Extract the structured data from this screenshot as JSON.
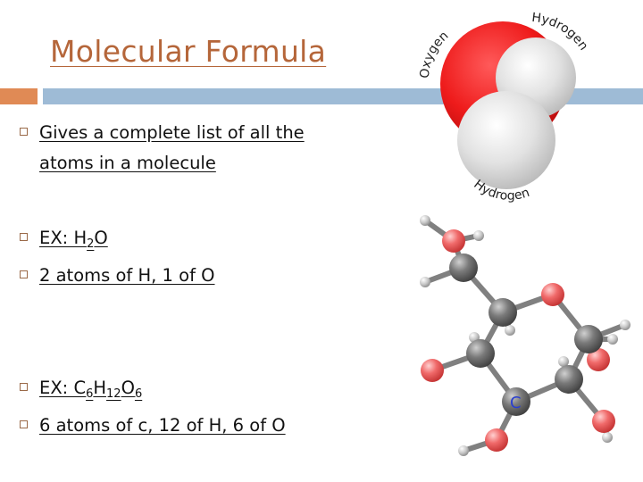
{
  "slide": {
    "title": "Molecular Formula"
  },
  "bullets": [
    {
      "line1": "Gives a complete list of all the",
      "line2": "atoms in a molecule"
    },
    {
      "prefix": "EX: H",
      "sub1": "2",
      "mid": "O"
    },
    {
      "text": "2 atoms of H, 1 of O"
    },
    {
      "prefix": "EX: C",
      "sub1": "6",
      "mid1": "H",
      "sub2": "12",
      "mid2": "O",
      "sub3": "6"
    },
    {
      "text": "6 atoms of c, 12 of H, 6 of O"
    }
  ],
  "water_model": {
    "label_oxygen": "Oxygen",
    "label_hydrogen_top": "Hydrogen",
    "label_hydrogen_bottom": "Hydrogen"
  },
  "ring_model": {
    "atom_label": "C"
  },
  "colors": {
    "title": "#b5663a",
    "accent_orange": "#e08a55",
    "accent_blue": "#9ebbd6",
    "oxygen_red": "#ee1b1b",
    "hydrogen_gray": "#d8d8d8",
    "carbon_gray": "#6a6a6a",
    "ring_oxygen": "#f06a6a"
  }
}
